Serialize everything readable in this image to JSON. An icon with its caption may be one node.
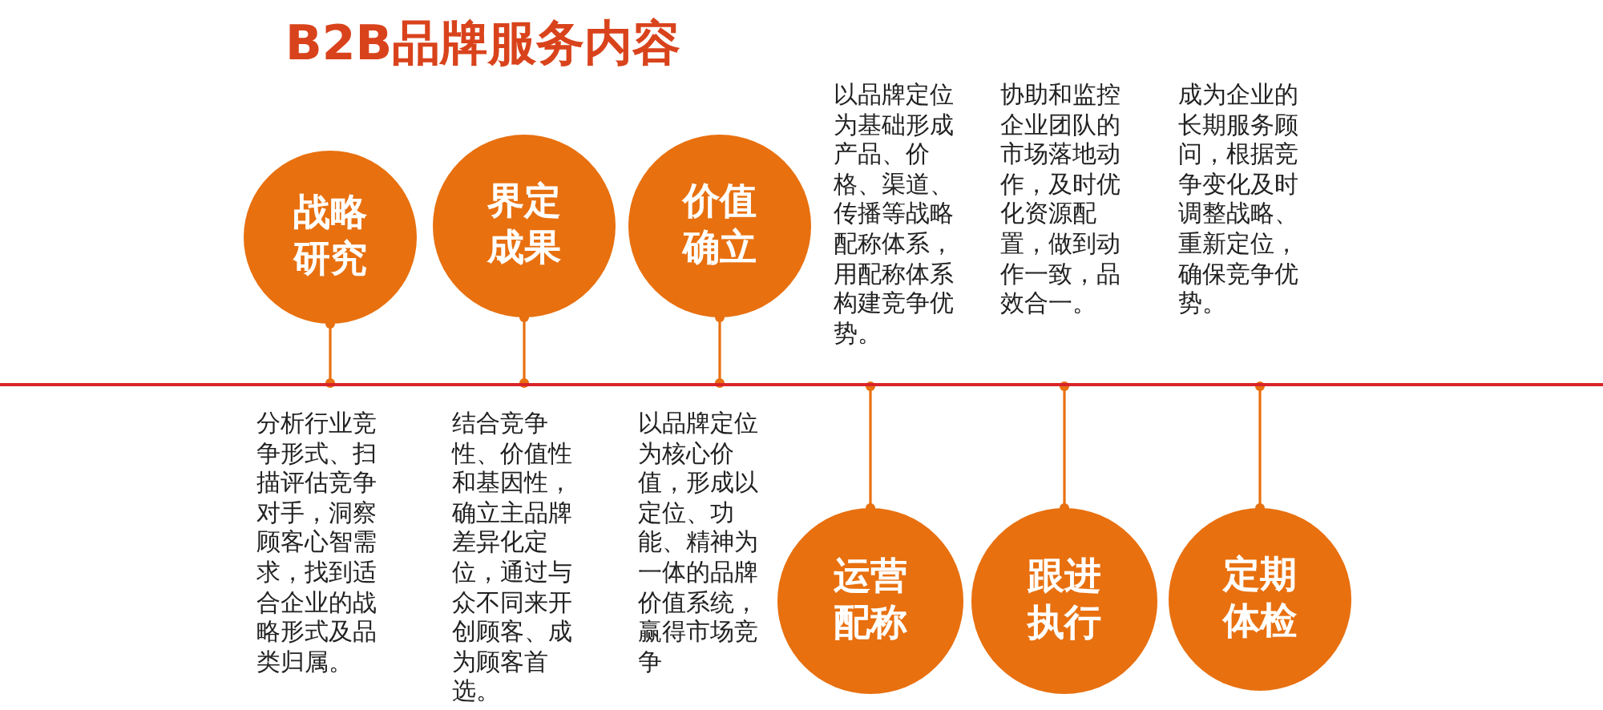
{
  "diagram": {
    "title": "B2B品牌服务内容",
    "nodes": [
      {
        "text": [
          "战略研究"
        ]
      },
      {
        "text": [
          "界定成果"
        ]
      },
      {
        "text": [
          "价值确立"
        ]
      },
      {
        "text": [
          "运营配称"
        ]
      },
      {
        "text": [
          "跟进执行"
        ]
      },
      {
        "text": [
          "定期体检"
        ]
      },
      {
        "text": [],
        "shape": "line"
      }
    ],
    "edges": [
      {
        "from": 0,
        "to": 6,
        "arrow": "other"
      },
      {
        "from": 1,
        "to": 6,
        "arrow": "other"
      },
      {
        "from": 2,
        "to": 6,
        "arrow": "other"
      },
      {
        "from": 3,
        "to": 6,
        "arrow": "other"
      },
      {
        "from": 4,
        "to": 6,
        "arrow": "other"
      },
      {
        "from": 5,
        "to": 6,
        "arrow": "other"
      }
    ],
    "labels": [
      "分析行业竞争形式、扫描评估竞争对手，洞察顾客心智需求，找到适合企业的战略形式及品类归属。",
      "结合竞争性、价值性和基因性，确立主品牌差异化定位，通过与众不同来开创顾客、成为顾客首选。",
      "以品牌定位为核心价值，形成以定位、功能、精神为一体的品牌价值系统，赢得市场竞争",
      "以品牌定位为基础形成产品、价格、渠道、传播等战略配称体系，用配称体系构建竞争优势。",
      "协助和监控企业团队的市场落地动作，及时优化资源配置，做到动作一致，品效合一。",
      "成为企业的长期服务顾问，根据竞争变化及时调整战略、重新定位，确保竞争优势。"
    ]
  }
}
